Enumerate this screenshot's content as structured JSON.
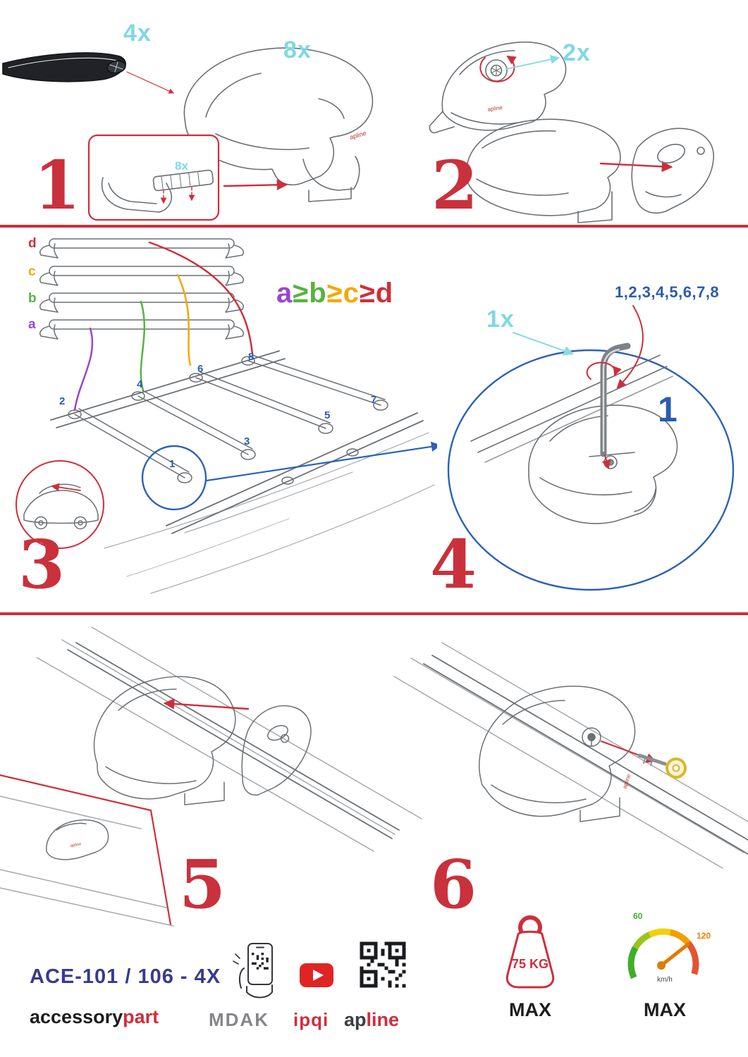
{
  "document": {
    "type": "roof-rack installation instructions"
  },
  "brand_small": "apline",
  "steps": {
    "one": {
      "number": "1",
      "qty_bars": "4x",
      "qty_feet": "8x",
      "qty_pads": "8x"
    },
    "two": {
      "number": "2",
      "qty_screws": "2x"
    },
    "three": {
      "number": "3",
      "letters": [
        {
          "t": "d",
          "c": "#cf2e3c"
        },
        {
          "t": "c",
          "c": "#f2a900"
        },
        {
          "t": "b",
          "c": "#57b33e"
        },
        {
          "t": "a",
          "c": "#9b45d0"
        }
      ],
      "formula": [
        {
          "t": "a",
          "c": "#9b45d0"
        },
        {
          "t": "≥",
          "c": "#57b33e"
        },
        {
          "t": "b",
          "c": "#57b33e"
        },
        {
          "t": "≥",
          "c": "#f2a900"
        },
        {
          "t": "c",
          "c": "#f2a900"
        },
        {
          "t": "≥",
          "c": "#cf2e3c"
        },
        {
          "t": "d",
          "c": "#cf2e3c"
        }
      ],
      "positions": [
        "1",
        "2",
        "3",
        "4",
        "5",
        "6",
        "7",
        "8"
      ]
    },
    "four": {
      "number": "4",
      "qty_key": "1x",
      "sequence": "1,2,3,4,5,6,7,8",
      "first": "1"
    },
    "five": {
      "number": "5"
    },
    "six": {
      "number": "6"
    }
  },
  "footer": {
    "product_code": "ACE-101 / 106 - 4X",
    "brand": {
      "black": "accessory",
      "red": "part"
    },
    "mdak": "MDAK",
    "ipqi": "ipqi",
    "apline": {
      "black": "ap",
      "red": "line"
    },
    "weight": {
      "value": "75 KG",
      "label": "MAX"
    },
    "speed": {
      "low": "60",
      "high": "120",
      "unit": "km/h",
      "label": "MAX"
    }
  },
  "colors": {
    "step_number_red": "#c9313c",
    "quantity_callout_cyan": "#7fd8e6",
    "position_blue": "#2b5cb0",
    "divider_red": "#c9313c",
    "product_code_navy": "#383b8c",
    "speed_low_green": "#3fae29",
    "speed_high_orange": "#ef7d00"
  },
  "icons": {
    "phone_qr": "phone-qr-scan-icon",
    "youtube": "youtube-icon",
    "qr": "qr-code-icon",
    "weight": "weight-tag-icon",
    "speedometer": "speedometer-icon",
    "allen_key": "allen-key-icon",
    "lock_key": "key-icon",
    "car": "car-icon"
  }
}
